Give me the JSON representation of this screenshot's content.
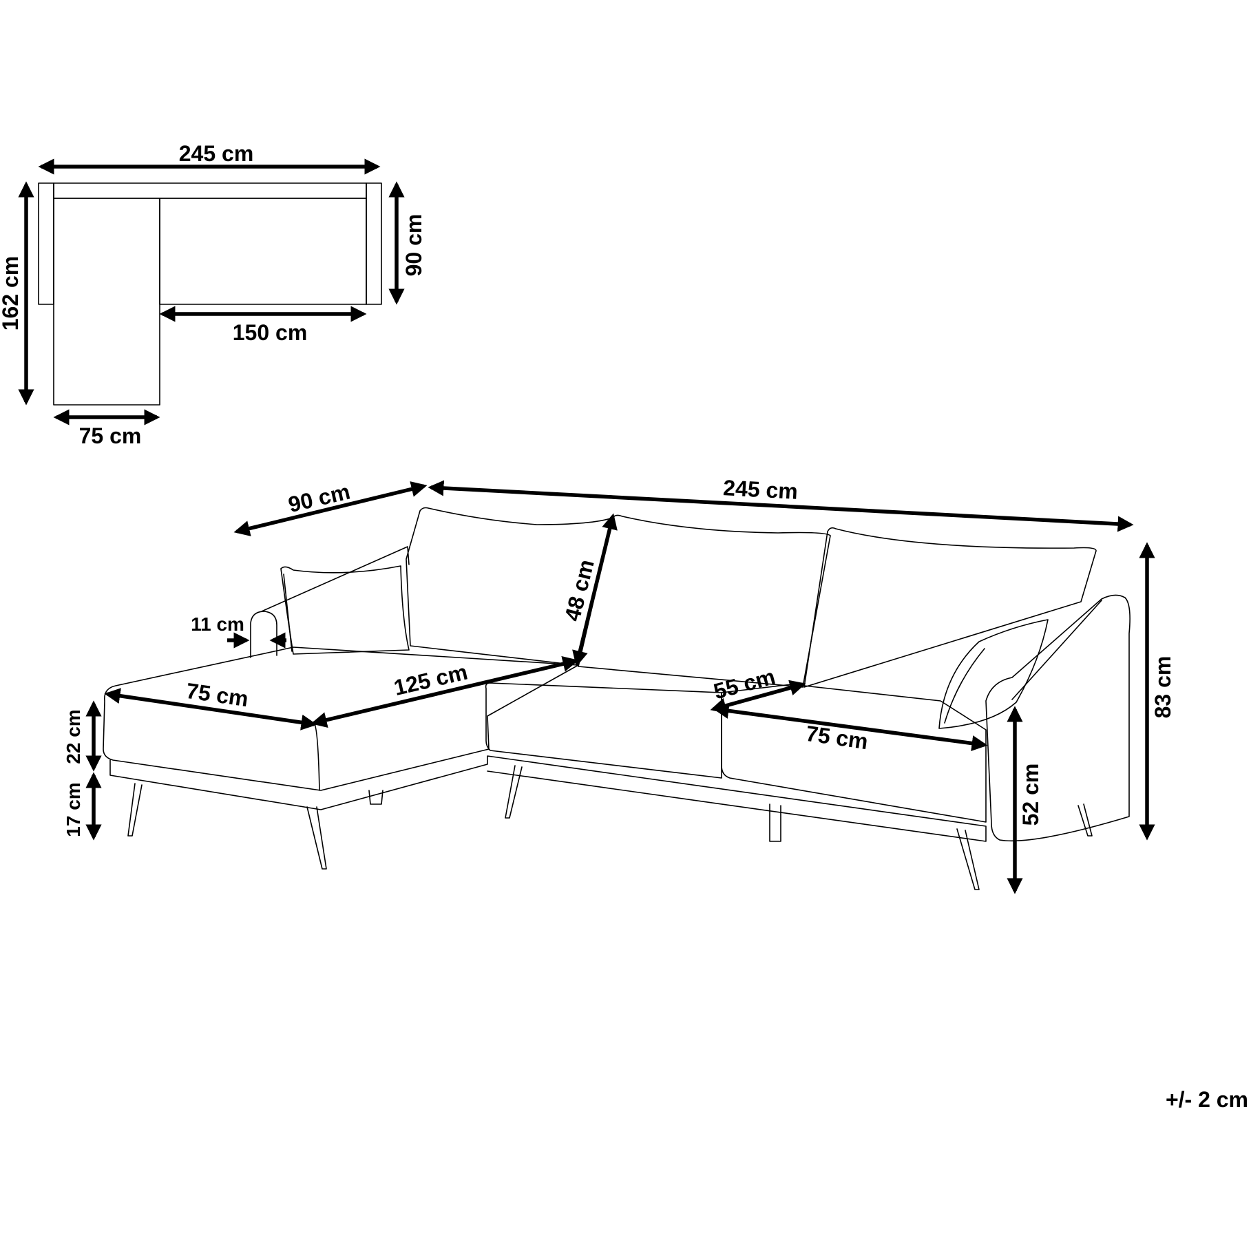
{
  "top_view": {
    "width_label": "245 cm",
    "depth_label": "162 cm",
    "seat_depth_label": "90 cm",
    "sofa_length_label": "150 cm",
    "chaise_width_label": "75 cm"
  },
  "front_view": {
    "back_depth_label": "90 cm",
    "total_width_label": "245 cm",
    "back_height_label": "48 cm",
    "armrest_label": "11 cm",
    "chaise_seat_width_label": "75 cm",
    "chaise_length_label": "125 cm",
    "seat_depth_label": "55 cm",
    "seat_width_label": "75 cm",
    "cushion_height_label": "22 cm",
    "leg_height_label": "17 cm",
    "seat_height_label": "52 cm",
    "total_height_label": "83 cm"
  },
  "tolerance_label": "+/- 2 cm"
}
